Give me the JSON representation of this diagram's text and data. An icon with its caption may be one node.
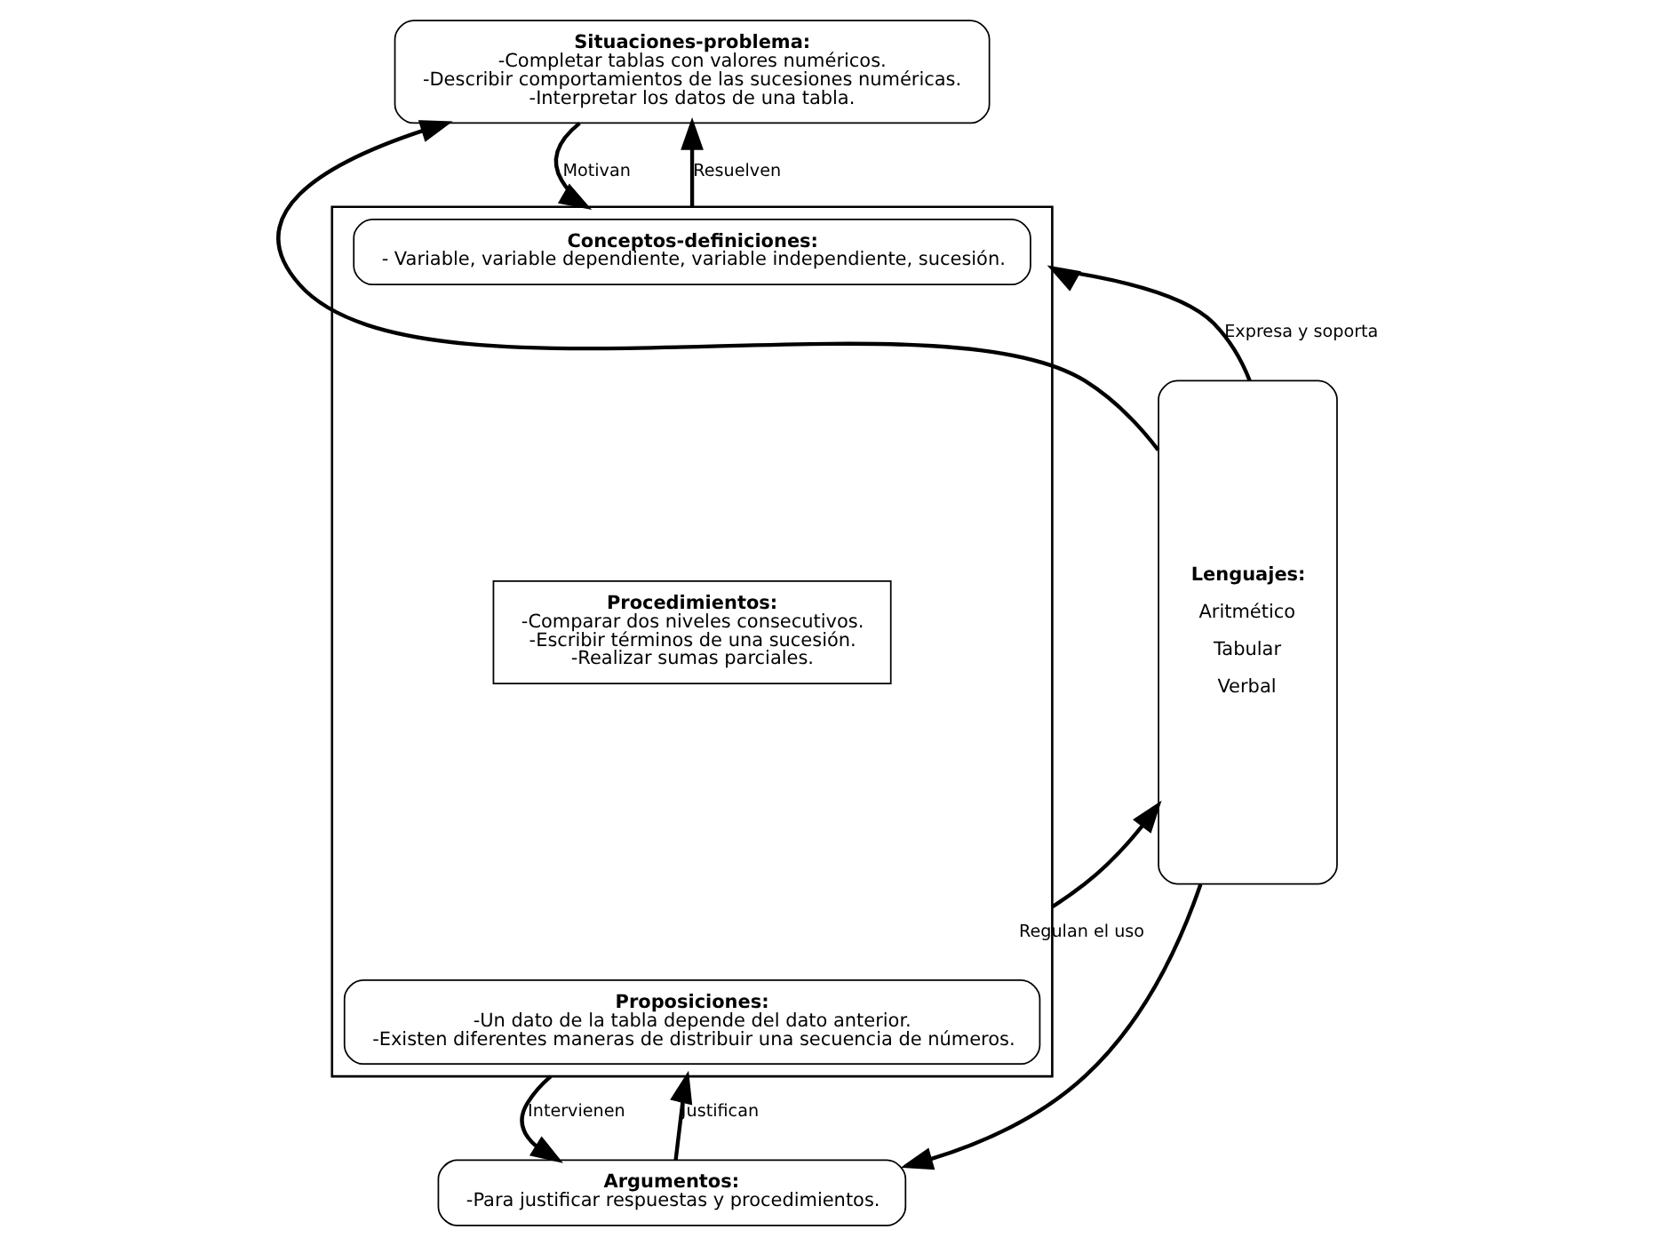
{
  "diagram": {
    "nodes": [
      {
        "text": [
          "Lenguajes:",
          "Aritmético",
          "Tabular",
          "Verbal"
        ]
      },
      {
        "text": [
          "Situaciones-problema:",
          "-Completar tablas con valores numéricos.",
          "-Describir comportamientos de las sucesiones numéricas.",
          "-Interpretar los datos de una tabla."
        ]
      },
      {
        "text": [],
        "shape": "box"
      },
      {
        "text": [
          "Conceptos-definiciones:",
          "- Variable, variable dependiente, variable independiente, sucesión."
        ],
        "in": 2
      },
      {
        "text": [
          "Procedimientos:",
          "-Comparar dos niveles consecutivos.",
          "-Escribir términos de una sucesión.",
          "-Realizar sumas parciales."
        ],
        "in": 2
      },
      {
        "text": [
          "Proposiciones:",
          "-Un dato de la tabla depende del dato anterior.",
          "-Existen diferentes maneras de distribuir una secuencia de números."
        ],
        "in": 2
      },
      {
        "text": [
          "Argumentos:",
          "-Para justificar respuestas y procedimientos."
        ]
      }
    ],
    "edges": [
      {
        "from": 0,
        "to": 1,
        "arrow": "to"
      },
      {
        "from": 0,
        "to": 2,
        "arrow": "to",
        "label": "Expresa y soporta"
      },
      {
        "from": 2,
        "to": 0,
        "arrow": "to",
        "label": "Regulan el uso"
      },
      {
        "from": 0,
        "to": 6,
        "arrow": "to"
      },
      {
        "from": 1,
        "to": 2,
        "arrow": "to",
        "label": "Motivan"
      },
      {
        "from": 2,
        "to": 1,
        "arrow": "to",
        "label": "Resuelven"
      },
      {
        "from": 2,
        "to": 6,
        "arrow": "to",
        "label": "Intervienen"
      },
      {
        "from": 6,
        "to": 2,
        "arrow": "to",
        "label": "Justifican"
      }
    ]
  }
}
